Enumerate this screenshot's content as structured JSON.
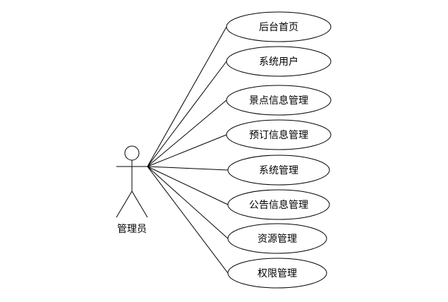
{
  "actor": {
    "label": "管理员"
  },
  "use_cases": [
    {
      "label": "后台首页"
    },
    {
      "label": "系统用户"
    },
    {
      "label": "景点信息管理"
    },
    {
      "label": "预订信息管理"
    },
    {
      "label": "系统管理"
    },
    {
      "label": "公告信息管理"
    },
    {
      "label": "资源管理"
    },
    {
      "label": "权限管理"
    }
  ]
}
